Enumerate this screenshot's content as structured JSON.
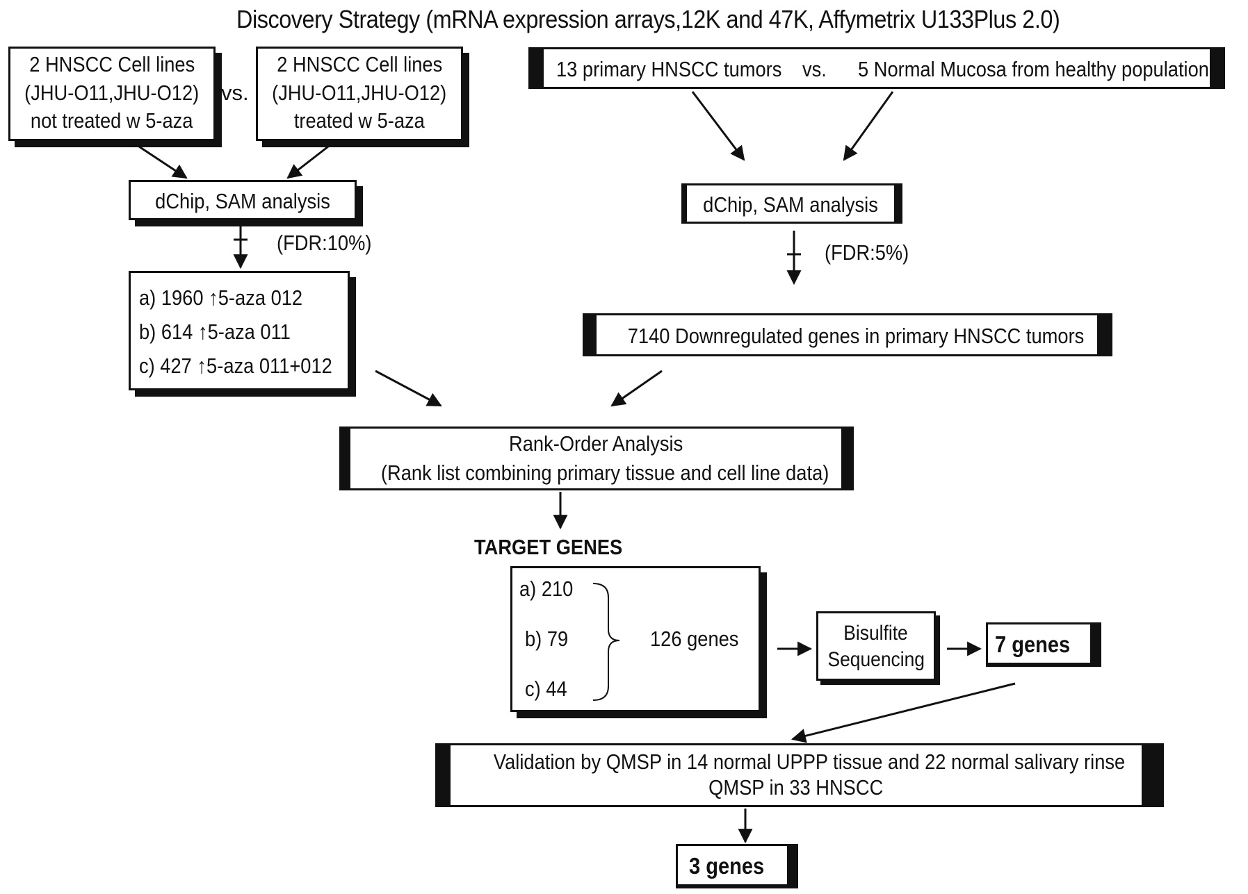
{
  "title": "Discovery Strategy (mRNA expression arrays,12K and 47K, Affymetrix U133Plus 2.0)",
  "left": {
    "box_untreated": [
      "2 HNSCC Cell lines",
      "(JHU-O11,JHU-O12)",
      "not treated w 5-aza"
    ],
    "vs": "vs.",
    "box_treated": [
      "2 HNSCC Cell lines",
      "(JHU-O11,JHU-O12)",
      "treated w 5-aza"
    ],
    "analysis": "dChip, SAM analysis",
    "fdr": "(FDR:10%)",
    "results": [
      "a) 1960",
      "5-aza 012",
      "b) 614",
      "5-aza 011",
      "c) 427",
      "5-aza 011+012"
    ]
  },
  "right": {
    "comparison_left": "13 primary HNSCC tumors",
    "comparison_vs": "vs.",
    "comparison_right": "5 Normal Mucosa from healthy population",
    "analysis": "dChip, SAM analysis",
    "fdr": "(FDR:5%)",
    "downregulated": "7140 Downregulated genes in primary HNSCC tumors"
  },
  "rank_order": [
    "Rank-Order Analysis",
    "(Rank list combining primary tissue and cell line data)"
  ],
  "target_genes": {
    "heading": "TARGET GENES",
    "items": [
      "a) 210",
      "b) 79",
      "c) 44"
    ],
    "total": "126 genes"
  },
  "bisulfite": [
    "Bisulfite",
    "Sequencing"
  ],
  "seven_genes": "7 genes",
  "validation": [
    "Validation by QMSP in 14 normal UPPP tissue and 22 normal salivary rinse",
    "QMSP in  33 HNSCC"
  ],
  "final": "3 genes"
}
